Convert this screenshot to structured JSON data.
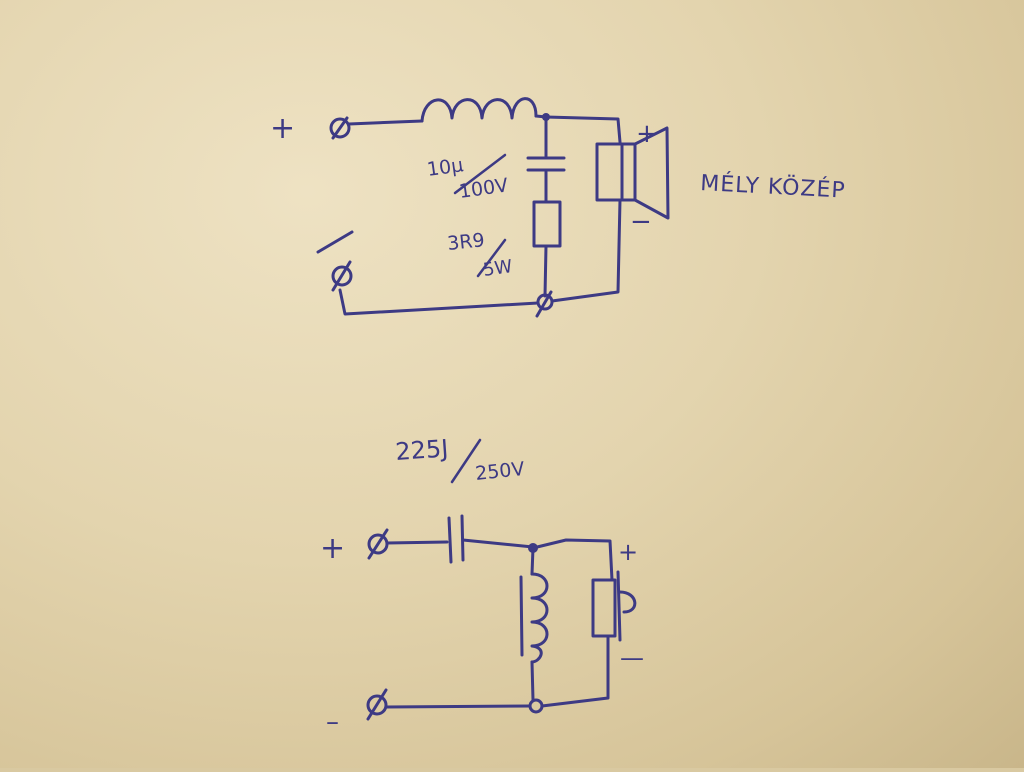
{
  "ink_color": "#3d3a84",
  "paper_color": "#e6d8b3",
  "woofer_circuit": {
    "plus_label": "+",
    "minus_label": "-",
    "capacitor_value": "10μ",
    "capacitor_voltage": "100V",
    "resistor_value": "3R9",
    "resistor_power": "5W",
    "speaker_plus": "+",
    "speaker_minus": "−",
    "speaker_label": "MÉLY KÖZÉP"
  },
  "tweeter_circuit": {
    "plus_label": "+",
    "minus_label": "–",
    "capacitor_value": "225J",
    "capacitor_voltage": "250V",
    "speaker_plus": "+",
    "speaker_minus": "—"
  }
}
